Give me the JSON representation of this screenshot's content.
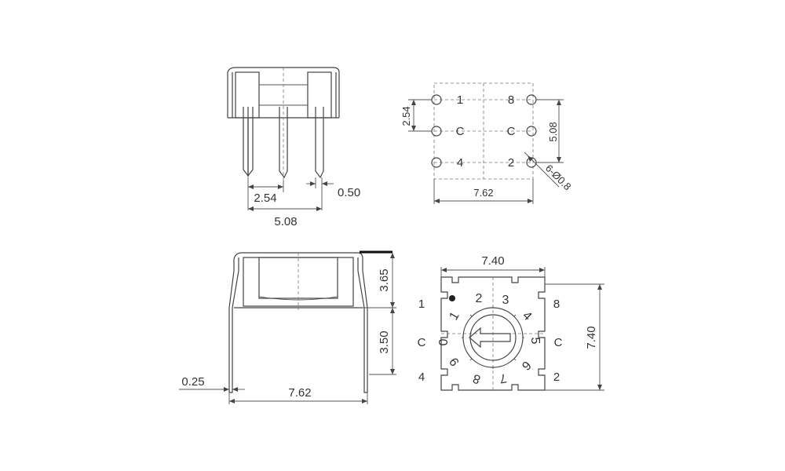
{
  "colors": {
    "line": "#444444",
    "text": "#333333",
    "background": "#ffffff"
  },
  "side_view": {
    "dim_pitch": "2.54",
    "dim_pin_width": "0.50",
    "dim_span": "5.08"
  },
  "pin_layout": {
    "dim_row_pitch": "2.54",
    "dim_col_span": "5.08",
    "dim_width": "7.62",
    "dim_hole": "6-Ø0.8",
    "pin_labels": {
      "top_left": "1",
      "top_right": "8",
      "mid_left": "C",
      "mid_right": "C",
      "bot_left": "4",
      "bot_right": "2"
    }
  },
  "front_view": {
    "dim_top_height": "3.65",
    "dim_pin_height": "3.50",
    "dim_pin_thickness": "0.25",
    "dim_width": "7.62"
  },
  "top_view": {
    "dim_width": "7.40",
    "dim_height": "7.40",
    "terminal_labels": {
      "top_left": "1",
      "top_right": "8",
      "mid_left": "C",
      "mid_right": "C",
      "bot_left": "4",
      "bot_right": "2"
    },
    "dial_digits": [
      "0",
      "1",
      "2",
      "3",
      "4",
      "5",
      "6",
      "7",
      "8",
      "9"
    ]
  }
}
